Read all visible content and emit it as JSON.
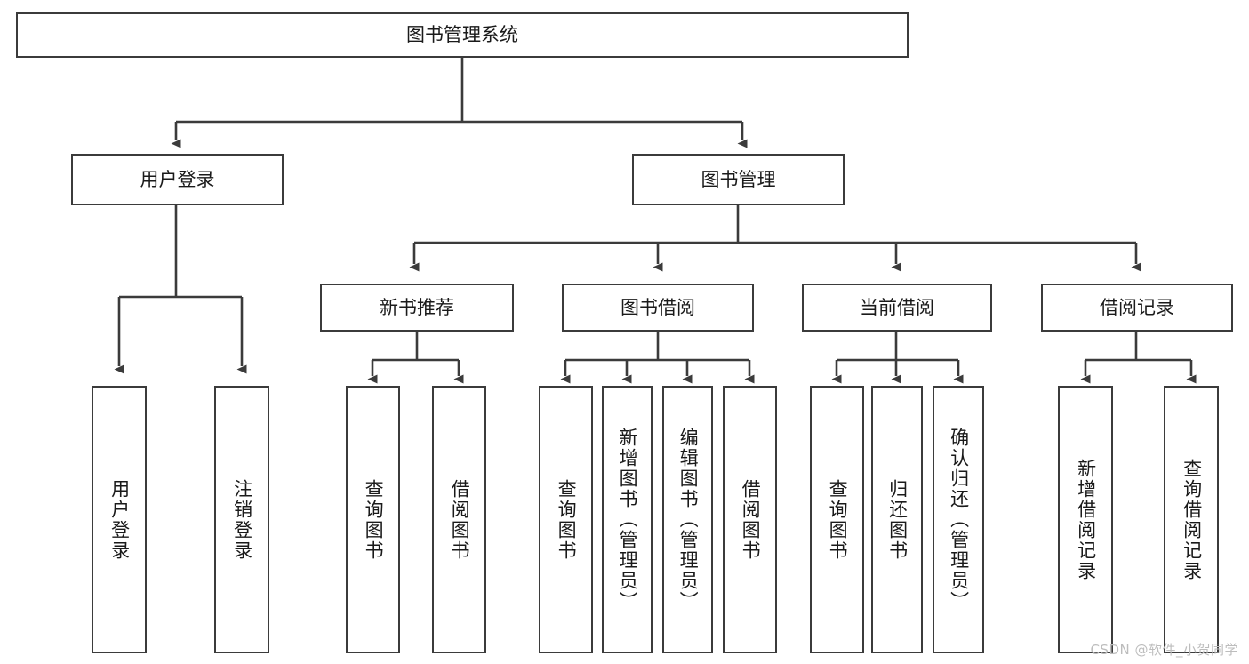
{
  "diagram": {
    "type": "tree",
    "title": "图书管理系统",
    "orientation": "top-down",
    "line_color": "#3b3b3b",
    "box_fill": "#ffffff",
    "text_color": "#1a1a1a",
    "watermark": "CSDN @软件_小贺同学",
    "levels": 4,
    "nodes": {
      "root": {
        "label": "图书管理系统"
      },
      "level1": [
        {
          "id": "user-login",
          "label": "用户登录"
        },
        {
          "id": "book-manage",
          "label": "图书管理"
        }
      ],
      "level2": [
        {
          "id": "new-book-recommend",
          "label": "新书推荐",
          "parent": "book-manage"
        },
        {
          "id": "book-borrow",
          "label": "图书借阅",
          "parent": "book-manage"
        },
        {
          "id": "current-borrow",
          "label": "当前借阅",
          "parent": "book-manage"
        },
        {
          "id": "borrow-record",
          "label": "借阅记录",
          "parent": "book-manage"
        }
      ],
      "leaves": [
        {
          "id": "leaf-user-login",
          "label": "用户登录",
          "parent": "user-login"
        },
        {
          "id": "leaf-logout-login",
          "label": "注销登录",
          "parent": "user-login"
        },
        {
          "id": "leaf-query-book-1",
          "label": "查询图书",
          "parent": "new-book-recommend"
        },
        {
          "id": "leaf-borrow-book-1",
          "label": "借阅图书",
          "parent": "new-book-recommend"
        },
        {
          "id": "leaf-query-book-2",
          "label": "查询图书",
          "parent": "book-borrow"
        },
        {
          "id": "leaf-add-book",
          "label": "新增图书（管理员）",
          "parent": "book-borrow"
        },
        {
          "id": "leaf-edit-book",
          "label": "编辑图书（管理员）",
          "parent": "book-borrow"
        },
        {
          "id": "leaf-borrow-book-2",
          "label": "借阅图书",
          "parent": "book-borrow"
        },
        {
          "id": "leaf-query-book-3",
          "label": "查询图书",
          "parent": "current-borrow"
        },
        {
          "id": "leaf-return-book",
          "label": "归还图书",
          "parent": "current-borrow"
        },
        {
          "id": "leaf-confirm-return",
          "label": "确认归还（管理员）",
          "parent": "current-borrow"
        },
        {
          "id": "leaf-add-record",
          "label": "新增借阅记录",
          "parent": "borrow-record"
        },
        {
          "id": "leaf-query-record",
          "label": "查询借阅记录",
          "parent": "borrow-record"
        }
      ]
    }
  }
}
